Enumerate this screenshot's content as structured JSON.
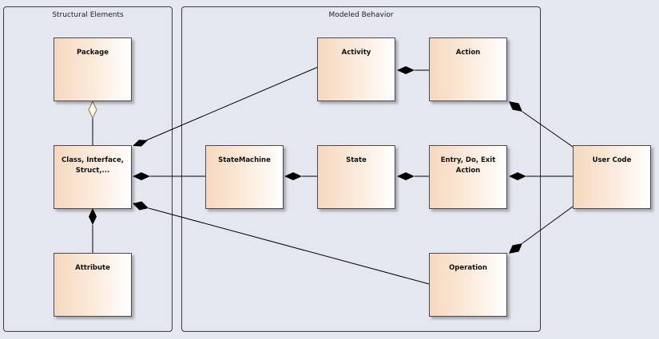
{
  "frames": {
    "structural": "Structural Elements",
    "behavior": "Modeled Behavior"
  },
  "nodes": {
    "package": "Package",
    "class": "Class, Interface, Struct,...",
    "attribute": "Attribute",
    "activity": "Activity",
    "action": "Action",
    "statemachine": "StateMachine",
    "state": "State",
    "entry_action": "Entry, Do, Exit Action",
    "operation": "Operation",
    "user_code": "User Code"
  },
  "colors": {
    "node_fill_left": "#f6d8bf",
    "node_border": "#4a4a4a",
    "background": "#e4e7f0",
    "connector": "#000000"
  },
  "connectors": [
    {
      "from": "package",
      "to": "class",
      "type": "aggregation",
      "diamond_at": "package"
    },
    {
      "from": "attribute",
      "to": "class",
      "type": "composition",
      "diamond_at": "class"
    },
    {
      "from": "activity",
      "to": "class",
      "type": "composition",
      "diamond_at": "class"
    },
    {
      "from": "statemachine",
      "to": "class",
      "type": "composition",
      "diamond_at": "class"
    },
    {
      "from": "operation",
      "to": "class",
      "type": "composition",
      "diamond_at": "class"
    },
    {
      "from": "action",
      "to": "activity",
      "type": "composition",
      "diamond_at": "activity"
    },
    {
      "from": "state",
      "to": "statemachine",
      "type": "composition",
      "diamond_at": "statemachine"
    },
    {
      "from": "entry_action",
      "to": "state",
      "type": "composition",
      "diamond_at": "state"
    },
    {
      "from": "user_code",
      "to": "action",
      "type": "composition",
      "diamond_at": "action"
    },
    {
      "from": "user_code",
      "to": "entry_action",
      "type": "composition",
      "diamond_at": "entry_action"
    },
    {
      "from": "user_code",
      "to": "operation",
      "type": "composition",
      "diamond_at": "operation"
    }
  ]
}
